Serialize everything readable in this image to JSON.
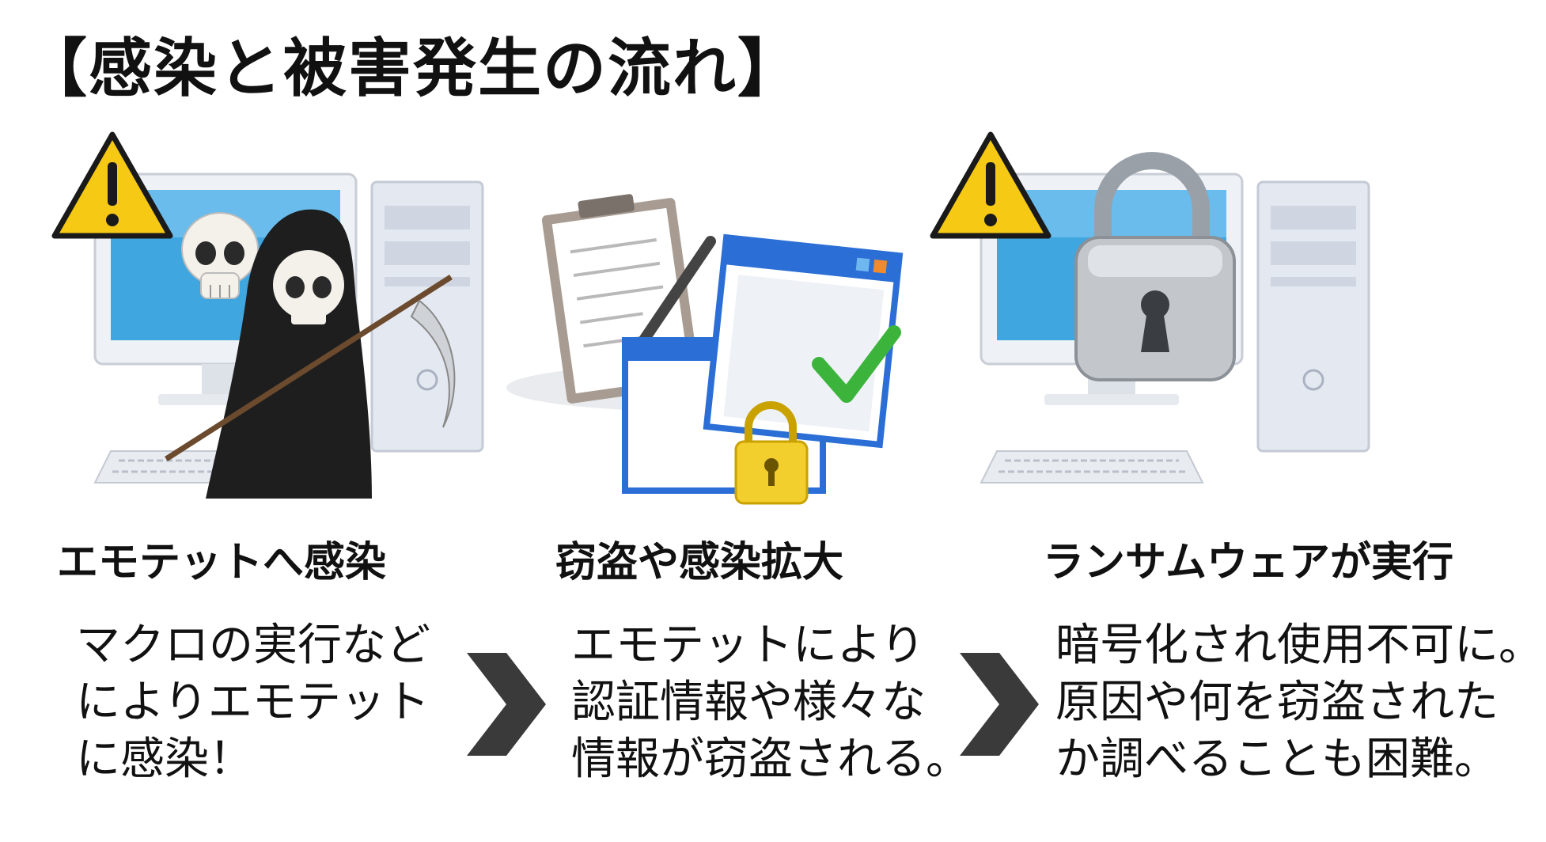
{
  "title": "【感染と被害発生の流れ】",
  "steps": [
    {
      "icon": "pc-with-reaper-warning",
      "heading": "エモテットへ感染",
      "lines": [
        "マクロの実行など",
        "によりエモテット",
        "に感染！"
      ]
    },
    {
      "icon": "documents-theft",
      "heading": "窃盗や感染拡大",
      "lines": [
        "エモテットにより",
        "認証情報や様々な",
        "情報が窃盗される。"
      ]
    },
    {
      "icon": "pc-locked-warning",
      "heading": "ランサムウェアが実行",
      "lines": [
        "暗号化され使用不可に。",
        "原因や何を窃盗された",
        "か調べることも困難。"
      ]
    }
  ],
  "colors": {
    "warning": "#f6c915",
    "screen": "#3fa6e0",
    "window_blue": "#2b6fd6",
    "check": "#3cb43c",
    "arrow": "#3a3a3a"
  }
}
